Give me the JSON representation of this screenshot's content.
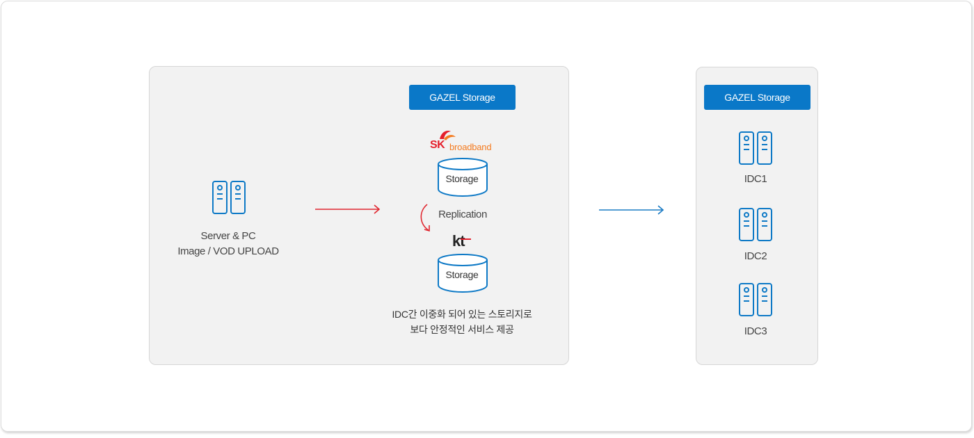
{
  "colors": {
    "accent_blue": "#0d79c6",
    "badge_blue": "#0a78c8",
    "arrow_red": "#e0262f",
    "arrow_blue": "#1a7bc4",
    "sk_red": "#e51f2b",
    "sk_orange": "#f47b20",
    "kt_red": "#e4202e"
  },
  "left": {
    "source_label_line1": "Server & PC",
    "source_label_line2": "Image / VOD UPLOAD",
    "badge": "GAZEL Storage",
    "sk_logo_sk": "SK",
    "sk_logo_broadband": "broadband",
    "storage1": "Storage",
    "replication": "Replication",
    "kt_logo": "kt",
    "storage2": "Storage",
    "note_line1": "IDC간 이중화 되어 있는 스토리지로",
    "note_line2": "보다 안정적인 서비스 제공"
  },
  "right": {
    "badge": "GAZEL Storage",
    "idc1": "IDC1",
    "idc2": "IDC2",
    "idc3": "IDC3"
  },
  "icons": {
    "server": "server-icon",
    "storage": "database-cylinder-icon",
    "arrow": "arrow-right-icon",
    "curved_arrow": "curved-arrow-down-icon"
  }
}
